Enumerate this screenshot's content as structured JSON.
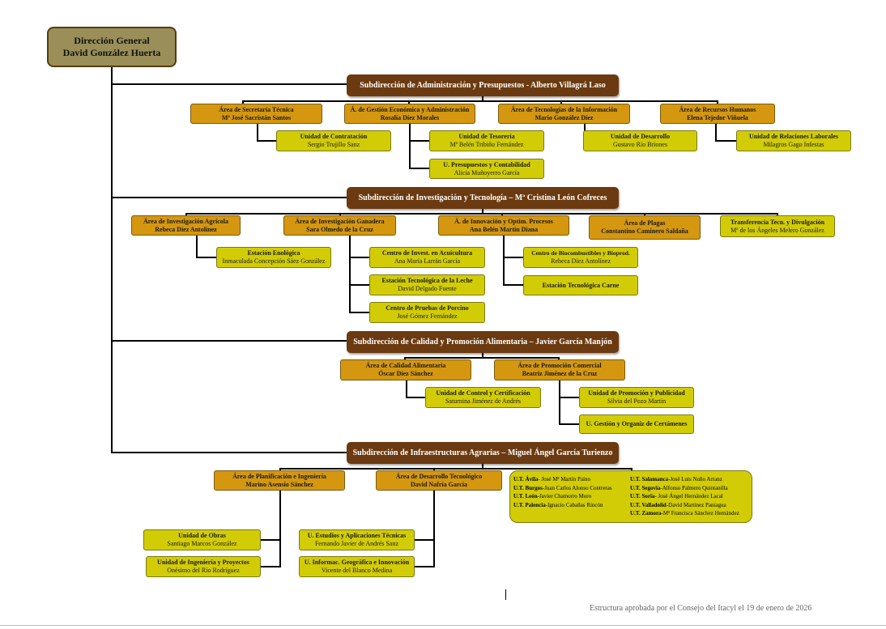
{
  "direccion": {
    "title": "Dirección General",
    "person": "David González Huerta"
  },
  "subdirecciones": [
    {
      "title": "Subdirección de Administración y Presupuestos - Alberto Villagrá Laso"
    },
    {
      "title": "Subdirección de Investigación y Tecnología – Mª Cristina León Cofreces"
    },
    {
      "title": "Subdirección de Calidad y Promoción Alimentaria – Javier García Manjón"
    },
    {
      "title": "Subdirección de Infraestructuras Agrarias – Miguel Ángel García Turienzo"
    }
  ],
  "areas": {
    "secretaria": {
      "title": "Área de Secretaría Técnica",
      "person": "Mª José Sacristán Santos"
    },
    "gestion": {
      "title": "Á. de Gestión Económica y Administración",
      "person": "Rosalía Díez Morales"
    },
    "tecnologias": {
      "title": "Área de Tecnologías de la Información",
      "person": "Mario González Díez"
    },
    "rrhh": {
      "title": "Área de Recursos Humanos",
      "person": "Elena Tejedor Viñuela"
    },
    "agricola": {
      "title": "Área de Investigación Agrícola",
      "person": "Rebeca Díez Antolínez"
    },
    "ganadera": {
      "title": "Área de Investigación Ganadera",
      "person": "Sara Olmedo de la Cruz"
    },
    "innovacion": {
      "title": "Á. de Innovación y Optim. Procesos",
      "person": "Ana Belén Martín Diana"
    },
    "plagas": {
      "title": "Área de Plagas",
      "person": "Constantino Caminero Saldaña"
    },
    "transferencia": {
      "title": "Transferencia Tecn. y Divulgación",
      "person": "Mª de los Ángeles Melero González"
    },
    "calidad": {
      "title": "Área de Calidad Alimentaria",
      "person": "Óscar Díez Sánchez"
    },
    "promocion": {
      "title": "Área de Promoción Comercial",
      "person": "Beatriz Jiménez de la Cruz"
    },
    "planificacion": {
      "title": "Área de Planificación e Ingeniería",
      "person": "Marino Asensio Sánchez"
    },
    "desarrollo_tec": {
      "title": "Área de Desarrollo Tecnológico",
      "person": "David Nafría García"
    }
  },
  "unidades": {
    "contratacion": {
      "title": "Unidad de Contratación",
      "person": "Sergio Trujillo Sanz"
    },
    "tesoreria": {
      "title": "Unidad de Tesorería",
      "person": "Mª Belén Tribiño Fernández"
    },
    "presupuestos": {
      "title": "U. Presupuestos y Contabilidad",
      "person": "Alicia Muñoyerro García"
    },
    "desarrollo": {
      "title": "Unidad de Desarrollo",
      "person": "Gustavo Río Briones"
    },
    "laborales": {
      "title": "Unidad de Relaciones Laborales",
      "person": "Milagros Gago Infestas"
    },
    "enologica": {
      "title": "Estación Enológica",
      "person": "Inmaculada Concepción Sáez González"
    },
    "acuicultura": {
      "title": "Centro de Invest. en Acuicultura",
      "person": "Ana María Larrán García"
    },
    "leche": {
      "title": "Estación Tecnológica de la Leche",
      "person": "David Delgado Fuente"
    },
    "porcino": {
      "title": "Centro de Pruebas de Porcino",
      "person": "José Gómez Fernández"
    },
    "biocombustibles": {
      "title": "Centro de Biocombustibles y Bioprod.",
      "person": "Rebeca Díez Antolínez"
    },
    "carne": {
      "title": "Estación Tecnológica Carne",
      "person": ""
    },
    "control": {
      "title": "Unidad de Control y Certificación",
      "person": "Saturnina Jiménez de Andrés"
    },
    "publicidad": {
      "title": "Unidad de Promoción y Publicidad",
      "person": "Silvia del Pozo Martín"
    },
    "certamenes": {
      "title": "U. Gestión y Organiz de Certámenes",
      "person": ""
    },
    "obras": {
      "title": "Unidad de Obras",
      "person": "Santiago Marcos González"
    },
    "ingenieria": {
      "title": "Unidad de Ingeniería y Proyectos",
      "person": "Onésimo del Río Rodríguez"
    },
    "estudios": {
      "title": "U. Estudios y Aplicaciones Técnicas",
      "person": "Fernando Javier de Andrés Sanz"
    },
    "informac": {
      "title": "U. Informac. Geográfica e Innovación",
      "person": "Vicente del Blanco Medina"
    }
  },
  "unidades_territoriales": {
    "left": [
      {
        "key": "U.T. Ávila",
        "person": "- José Mª Martín Paíno"
      },
      {
        "key": "U.T. Burgos",
        "person": "-Juan Carlos Alonso Contreras"
      },
      {
        "key": "U.T. León",
        "person": "-Javier Chamorro Moro"
      },
      {
        "key": "U.T. Palencia",
        "person": "-Ignacio Cabañas Rincón"
      }
    ],
    "right": [
      {
        "key": "U.T. Salamanca",
        "person": "-José Luis Nuño Arranz"
      },
      {
        "key": "U.T. Segovia",
        "person": "-Alfonso Palmero Quintanilla"
      },
      {
        "key": "U.T. Soria",
        "person": "- José Ángel Hernández Lacal"
      },
      {
        "key": "U.T. Valladolid",
        "person": "-David Martínez Paniagua"
      },
      {
        "key": "U.T. Zamora",
        "person": "-Mª Francisca Sánchez Hernández"
      }
    ]
  },
  "footer": "Estructura aprobada por el Consejo del Itacyl el 19 de enero de 2026"
}
